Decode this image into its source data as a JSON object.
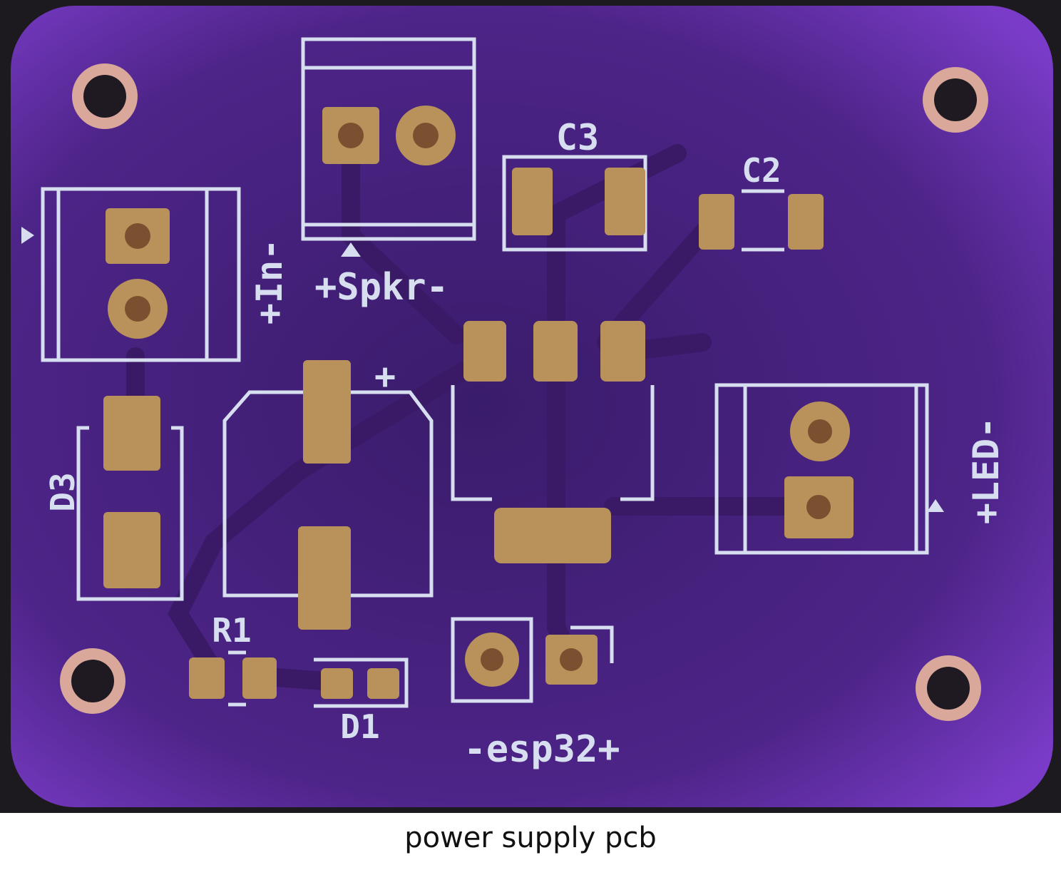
{
  "caption": "power supply pcb",
  "board": {
    "colors": {
      "background": "#1c1a1f",
      "board": "#5b2a9c",
      "board_dark": "#3b1d6c",
      "pad": "#b8925a",
      "silkscreen": "#d6def0"
    },
    "labels": {
      "c3": "C3",
      "c2": "C2",
      "input": "+In-",
      "speaker": "+Spkr-",
      "d3": "D3",
      "r1": "R1",
      "d1": "D1",
      "esp32": "-esp32+",
      "led": "+LED-",
      "cap_plus": "+"
    }
  }
}
